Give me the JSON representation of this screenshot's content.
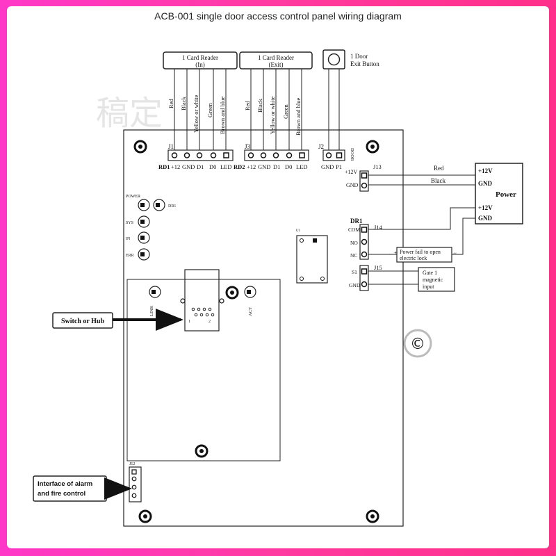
{
  "title": "ACB-001 single door access control panel wiring diagram",
  "watermark": "稿定",
  "watermark_symbol": "©",
  "reader_in": {
    "line1": "1 Card Reader",
    "line2": "(In)"
  },
  "reader_exit": {
    "line1": "1 Card Reader",
    "line2": "(Exit)"
  },
  "exit_button": {
    "line1": "1 Door",
    "line2": "Exit Button"
  },
  "wire_colors": [
    "Red",
    "Black",
    "Yellow or white",
    "Green",
    "Brown and blue"
  ],
  "j1": {
    "label": "J1",
    "prefix": "RD1",
    "pins": [
      "+12",
      "GND",
      "D1",
      "D0",
      "LED"
    ]
  },
  "j3": {
    "label": "J3",
    "prefix": "RD2",
    "pins": [
      "+12",
      "GND",
      "D1",
      "D0",
      "LED"
    ]
  },
  "j2": {
    "label": "J2",
    "pins": [
      "GND",
      "P1"
    ],
    "side": "DOOR"
  },
  "j13": {
    "label": "J13",
    "pins": [
      "+12V",
      "GND"
    ]
  },
  "j14": {
    "label": "J14",
    "top": "DR1",
    "pins": [
      "COM",
      "NO",
      "NC"
    ]
  },
  "j15": {
    "label": "J15",
    "pins": [
      "S1",
      "GND"
    ]
  },
  "j12": {
    "label": "J12"
  },
  "u1": "U1",
  "leds": {
    "power": "POWER",
    "dr1": "DR1",
    "sys": "SYS",
    "in": "IN",
    "err": "ERR",
    "link": "LINK",
    "act": "ACT"
  },
  "rj45_pins": {
    "p1": "1",
    "p2": "2"
  },
  "wires_power": {
    "red": "Red",
    "black": "Black"
  },
  "power": {
    "label": "Power",
    "p1": "+12V",
    "g1": "GND",
    "p2": "+12V",
    "g2": "GND"
  },
  "lock_box": {
    "line1": "Power fail to open",
    "line2": "electric lock",
    "plus": "+",
    "minus": "−"
  },
  "gate_box": {
    "line1": "Gate 1",
    "line2": "magnetic",
    "line3": "input"
  },
  "switch_hub": "Switch or Hub",
  "alarm_box": {
    "line1": "Interface of alarm",
    "line2": "and fire control"
  }
}
